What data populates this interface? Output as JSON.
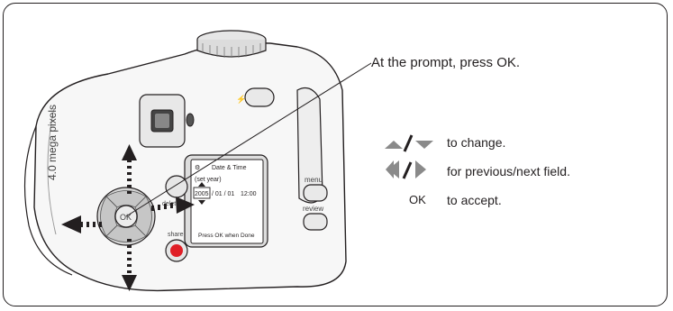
{
  "callout": {
    "prompt": "At the prompt, press OK."
  },
  "instructions": [
    {
      "key_icon": "up-down-arrows",
      "key_text": "",
      "text": "to change."
    },
    {
      "key_icon": "left-right-arrows",
      "key_text": "",
      "text": "for previous/next field."
    },
    {
      "key_icon": "",
      "key_text": "OK",
      "text": "to accept."
    }
  ],
  "lcd": {
    "title": "Date & Time",
    "subtitle": "(set year)",
    "year": "2005",
    "date_rest": "/ 01 / 01",
    "time": "12:00",
    "footer": "Press OK when Done"
  },
  "camera_labels": {
    "brand": "4.0 mega pixels",
    "menu": "menu",
    "review": "review",
    "delete": "delete",
    "share": "share",
    "ok": "OK"
  },
  "colors": {
    "line": "#231f20",
    "arrow_fill": "#231f20",
    "icon_gray": "#8a8a8a",
    "share_red": "#e01e26"
  }
}
